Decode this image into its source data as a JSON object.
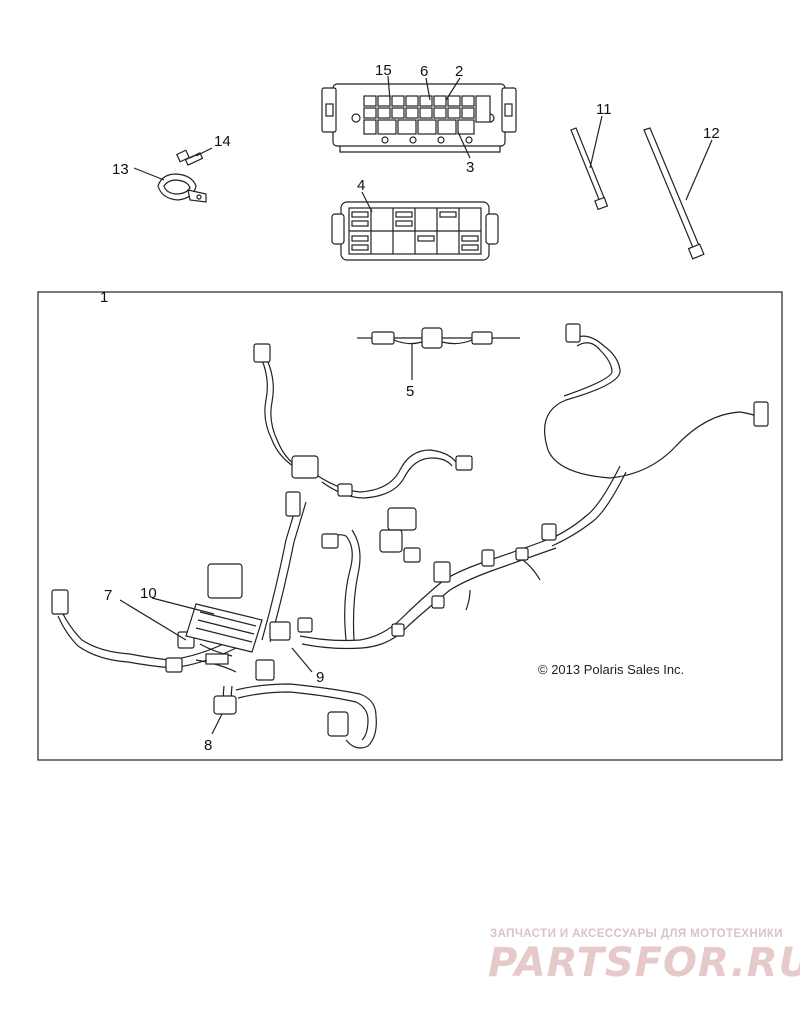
{
  "diagram": {
    "callouts": {
      "c1": "1",
      "c2": "2",
      "c3": "3",
      "c4": "4",
      "c5": "5",
      "c6": "6",
      "c7": "7",
      "c8": "8",
      "c9": "9",
      "c10": "10",
      "c11": "11",
      "c12": "12",
      "c13": "13",
      "c14": "14",
      "c15": "15"
    },
    "copyright": "© 2013 Polaris Sales Inc."
  },
  "watermark": {
    "tagline": "ЗАПЧАСТИ И АКСЕССУАРЫ ДЛЯ МОТОТЕХНИКИ",
    "logo": "PARTSFOR.RU"
  },
  "colors": {
    "line": "#222222",
    "watermark": "#e6c9c9"
  }
}
